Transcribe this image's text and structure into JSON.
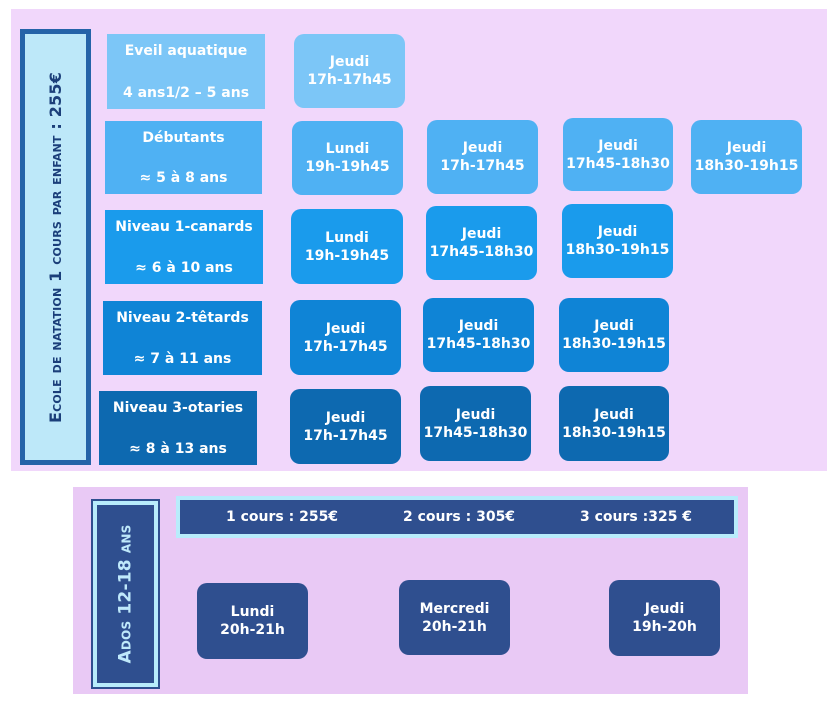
{
  "school": {
    "vertical_label": "Ecole de natation 1 cours par enfant : 255€",
    "levels": [
      {
        "name": "Eveil aquatique",
        "age": "4 ans1/2 – 5 ans",
        "slots": [
          {
            "day": "Jeudi",
            "time": "17h-17h45"
          }
        ]
      },
      {
        "name": "Débutants",
        "age": "≈ 5 à 8 ans",
        "slots": [
          {
            "day": "Lundi",
            "time": "19h-19h45"
          },
          {
            "day": "Jeudi",
            "time": "17h-17h45"
          },
          {
            "day": "Jeudi",
            "time": "17h45-18h30"
          },
          {
            "day": "Jeudi",
            "time": "18h30-19h15"
          }
        ]
      },
      {
        "name": "Niveau 1-canards",
        "age": "≈ 6 à 10 ans",
        "slots": [
          {
            "day": "Lundi",
            "time": "19h-19h45"
          },
          {
            "day": "Jeudi",
            "time": "17h45-18h30"
          },
          {
            "day": "Jeudi",
            "time": "18h30-19h15"
          }
        ]
      },
      {
        "name": "Niveau 2-têtards",
        "age": "≈ 7 à 11 ans",
        "slots": [
          {
            "day": "Jeudi",
            "time": "17h-17h45"
          },
          {
            "day": "Jeudi",
            "time": "17h45-18h30"
          },
          {
            "day": "Jeudi",
            "time": "18h30-19h15"
          }
        ]
      },
      {
        "name": "Niveau 3-otaries",
        "age": "≈ 8 à 13 ans",
        "slots": [
          {
            "day": "Jeudi",
            "time": "17h-17h45"
          },
          {
            "day": "Jeudi",
            "time": "17h45-18h30"
          },
          {
            "day": "Jeudi",
            "time": "18h30-19h15"
          }
        ]
      }
    ]
  },
  "ados": {
    "vertical_label": "Ados 12-18 ans",
    "prices": [
      "1 cours : 255€",
      "2 cours : 305€",
      "3 cours :325 €"
    ],
    "slots": [
      {
        "day": "Lundi",
        "time": "20h-21h"
      },
      {
        "day": "Mercredi",
        "time": "20h-21h"
      },
      {
        "day": "Jeudi",
        "time": "19h-20h"
      }
    ]
  },
  "colors": {
    "panel_top": "#f1d7fb",
    "panel_bottom": "#e9c9f5",
    "level_1": "#7cc6f7",
    "level_2": "#4fb1f3",
    "level_3": "#1a9bec",
    "level_4": "#0f84d6",
    "level_5": "#0d69b0",
    "ados": "#2f4f8f"
  }
}
